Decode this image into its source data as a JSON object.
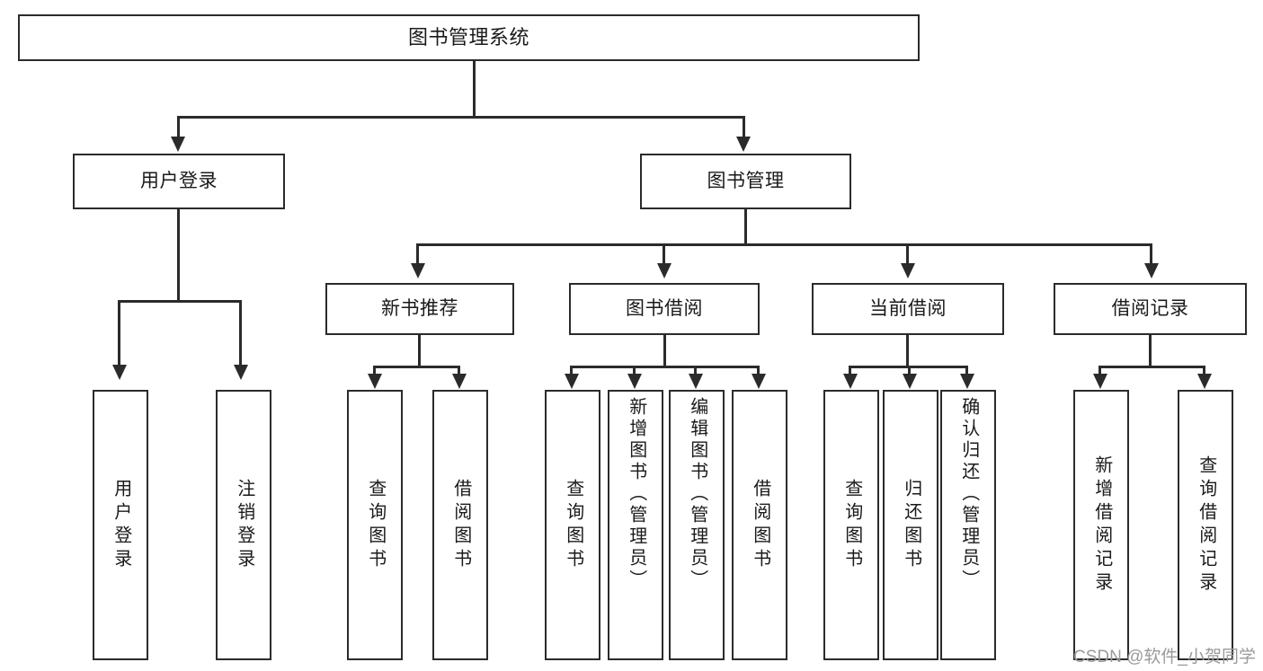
{
  "diagram": {
    "title": "图书管理系统",
    "type": "tree",
    "root": {
      "label": "图书管理系统"
    },
    "level2": [
      {
        "label": "用户登录"
      },
      {
        "label": "图书管理"
      }
    ],
    "level3": [
      {
        "label": "新书推荐"
      },
      {
        "label": "图书借阅"
      },
      {
        "label": "当前借阅"
      },
      {
        "label": "借阅记录"
      }
    ],
    "leaves": {
      "user_login": [
        {
          "label": "用户登录"
        },
        {
          "label": "注销登录"
        }
      ],
      "new_book_recommend": [
        {
          "label": "查询图书"
        },
        {
          "label": "借阅图书"
        }
      ],
      "book_borrow": [
        {
          "label": "查询图书"
        },
        {
          "label": "新增图书（管理员）"
        },
        {
          "label": "编辑图书（管理员）"
        },
        {
          "label": "借阅图书"
        }
      ],
      "current_borrow": [
        {
          "label": "查询图书"
        },
        {
          "label": "归还图书"
        },
        {
          "label": "确认归还（管理员）"
        }
      ],
      "borrow_records": [
        {
          "label": "新增借阅记录"
        },
        {
          "label": "查询借阅记录"
        }
      ]
    }
  },
  "watermark": {
    "text": "CSDN @软件_小贺同学"
  },
  "colors": {
    "stroke": "#2b2b2b",
    "background": "#ffffff",
    "text": "#1a1a1a",
    "watermark": "#9a9a9a"
  }
}
